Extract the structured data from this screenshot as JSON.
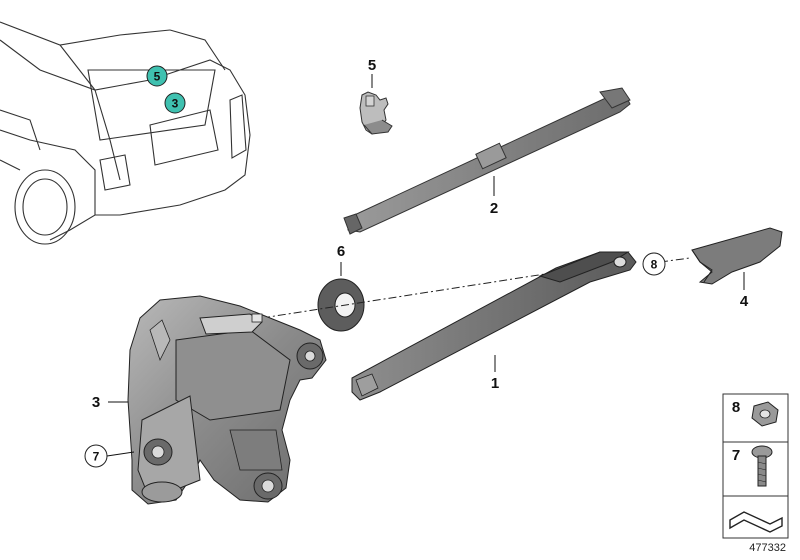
{
  "diagram": {
    "callouts": {
      "car_5": "5",
      "car_3": "3",
      "n5": "5",
      "n2": "2",
      "n6": "6",
      "n8": "8",
      "n4": "4",
      "n1": "1",
      "n3": "3",
      "n7": "7"
    },
    "legend": {
      "item_8": "8",
      "item_7": "7"
    },
    "document_id": "477332",
    "colors": {
      "highlight": "#3fc1b0",
      "part_dark": "#6e6e6e",
      "part_light": "#a9a9a9",
      "outline": "#222222"
    }
  }
}
